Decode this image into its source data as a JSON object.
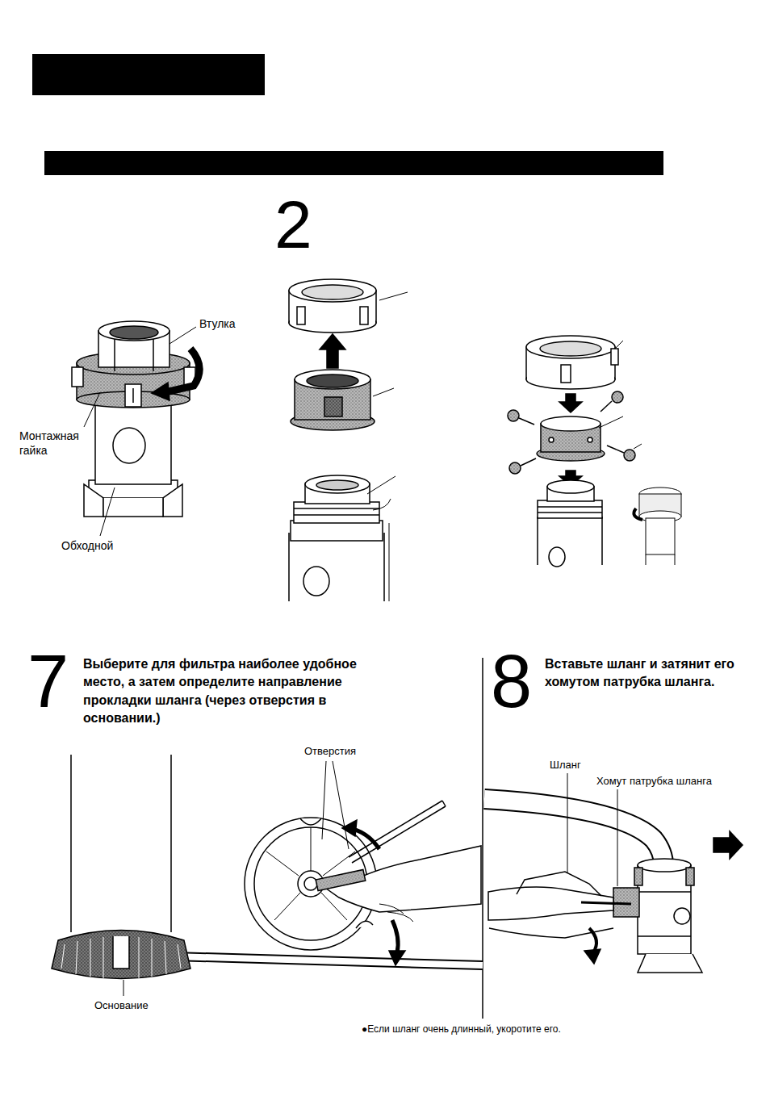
{
  "diagram": {
    "labels": [
      "Втулка",
      "Монтажная гайка",
      "Обходной",
      "2",
      "7",
      "Выберите для фильтра наиболее удобное место, а затем определите направление прокладки шланга (через отверстия в основании.)",
      "8",
      "Вставьте шланг и затянит его хомутом патрубка шланга.",
      "Отверстия",
      "Шланг",
      "Хомут патрубка шланга",
      "Основание",
      "●Если шланг очень длинный, укоротите его."
    ]
  }
}
